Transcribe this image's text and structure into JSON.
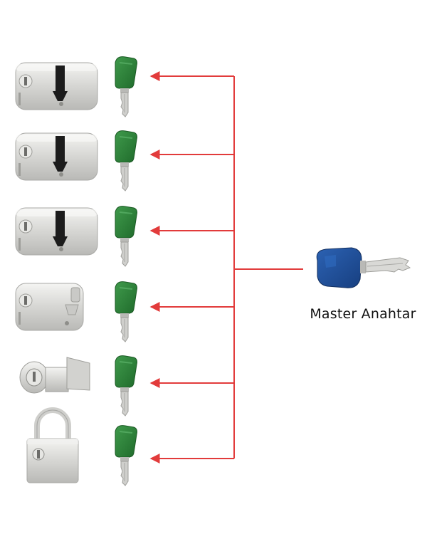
{
  "colors": {
    "connector": "#e23b3b",
    "user_key_head": "#2f7d3a",
    "master_key_head": "#1f4f9a",
    "key_blade": "#c9c9c9",
    "lock_body": "#d9d9d7",
    "lock_cam": "#1c1c1c"
  },
  "locks": [
    {
      "kind": "euro-double-cylinder",
      "icon": "euro-double-cylinder-icon"
    },
    {
      "kind": "euro-double-cylinder",
      "icon": "euro-double-cylinder-icon"
    },
    {
      "kind": "euro-double-cylinder",
      "icon": "euro-double-cylinder-icon"
    },
    {
      "kind": "euro-half-cylinder",
      "icon": "euro-half-cylinder-icon"
    },
    {
      "kind": "cam-lock",
      "icon": "cam-lock-icon"
    },
    {
      "kind": "padlock",
      "icon": "padlock-icon"
    }
  ],
  "master": {
    "label": "Master Anahtar",
    "icon": "master-key-icon"
  }
}
